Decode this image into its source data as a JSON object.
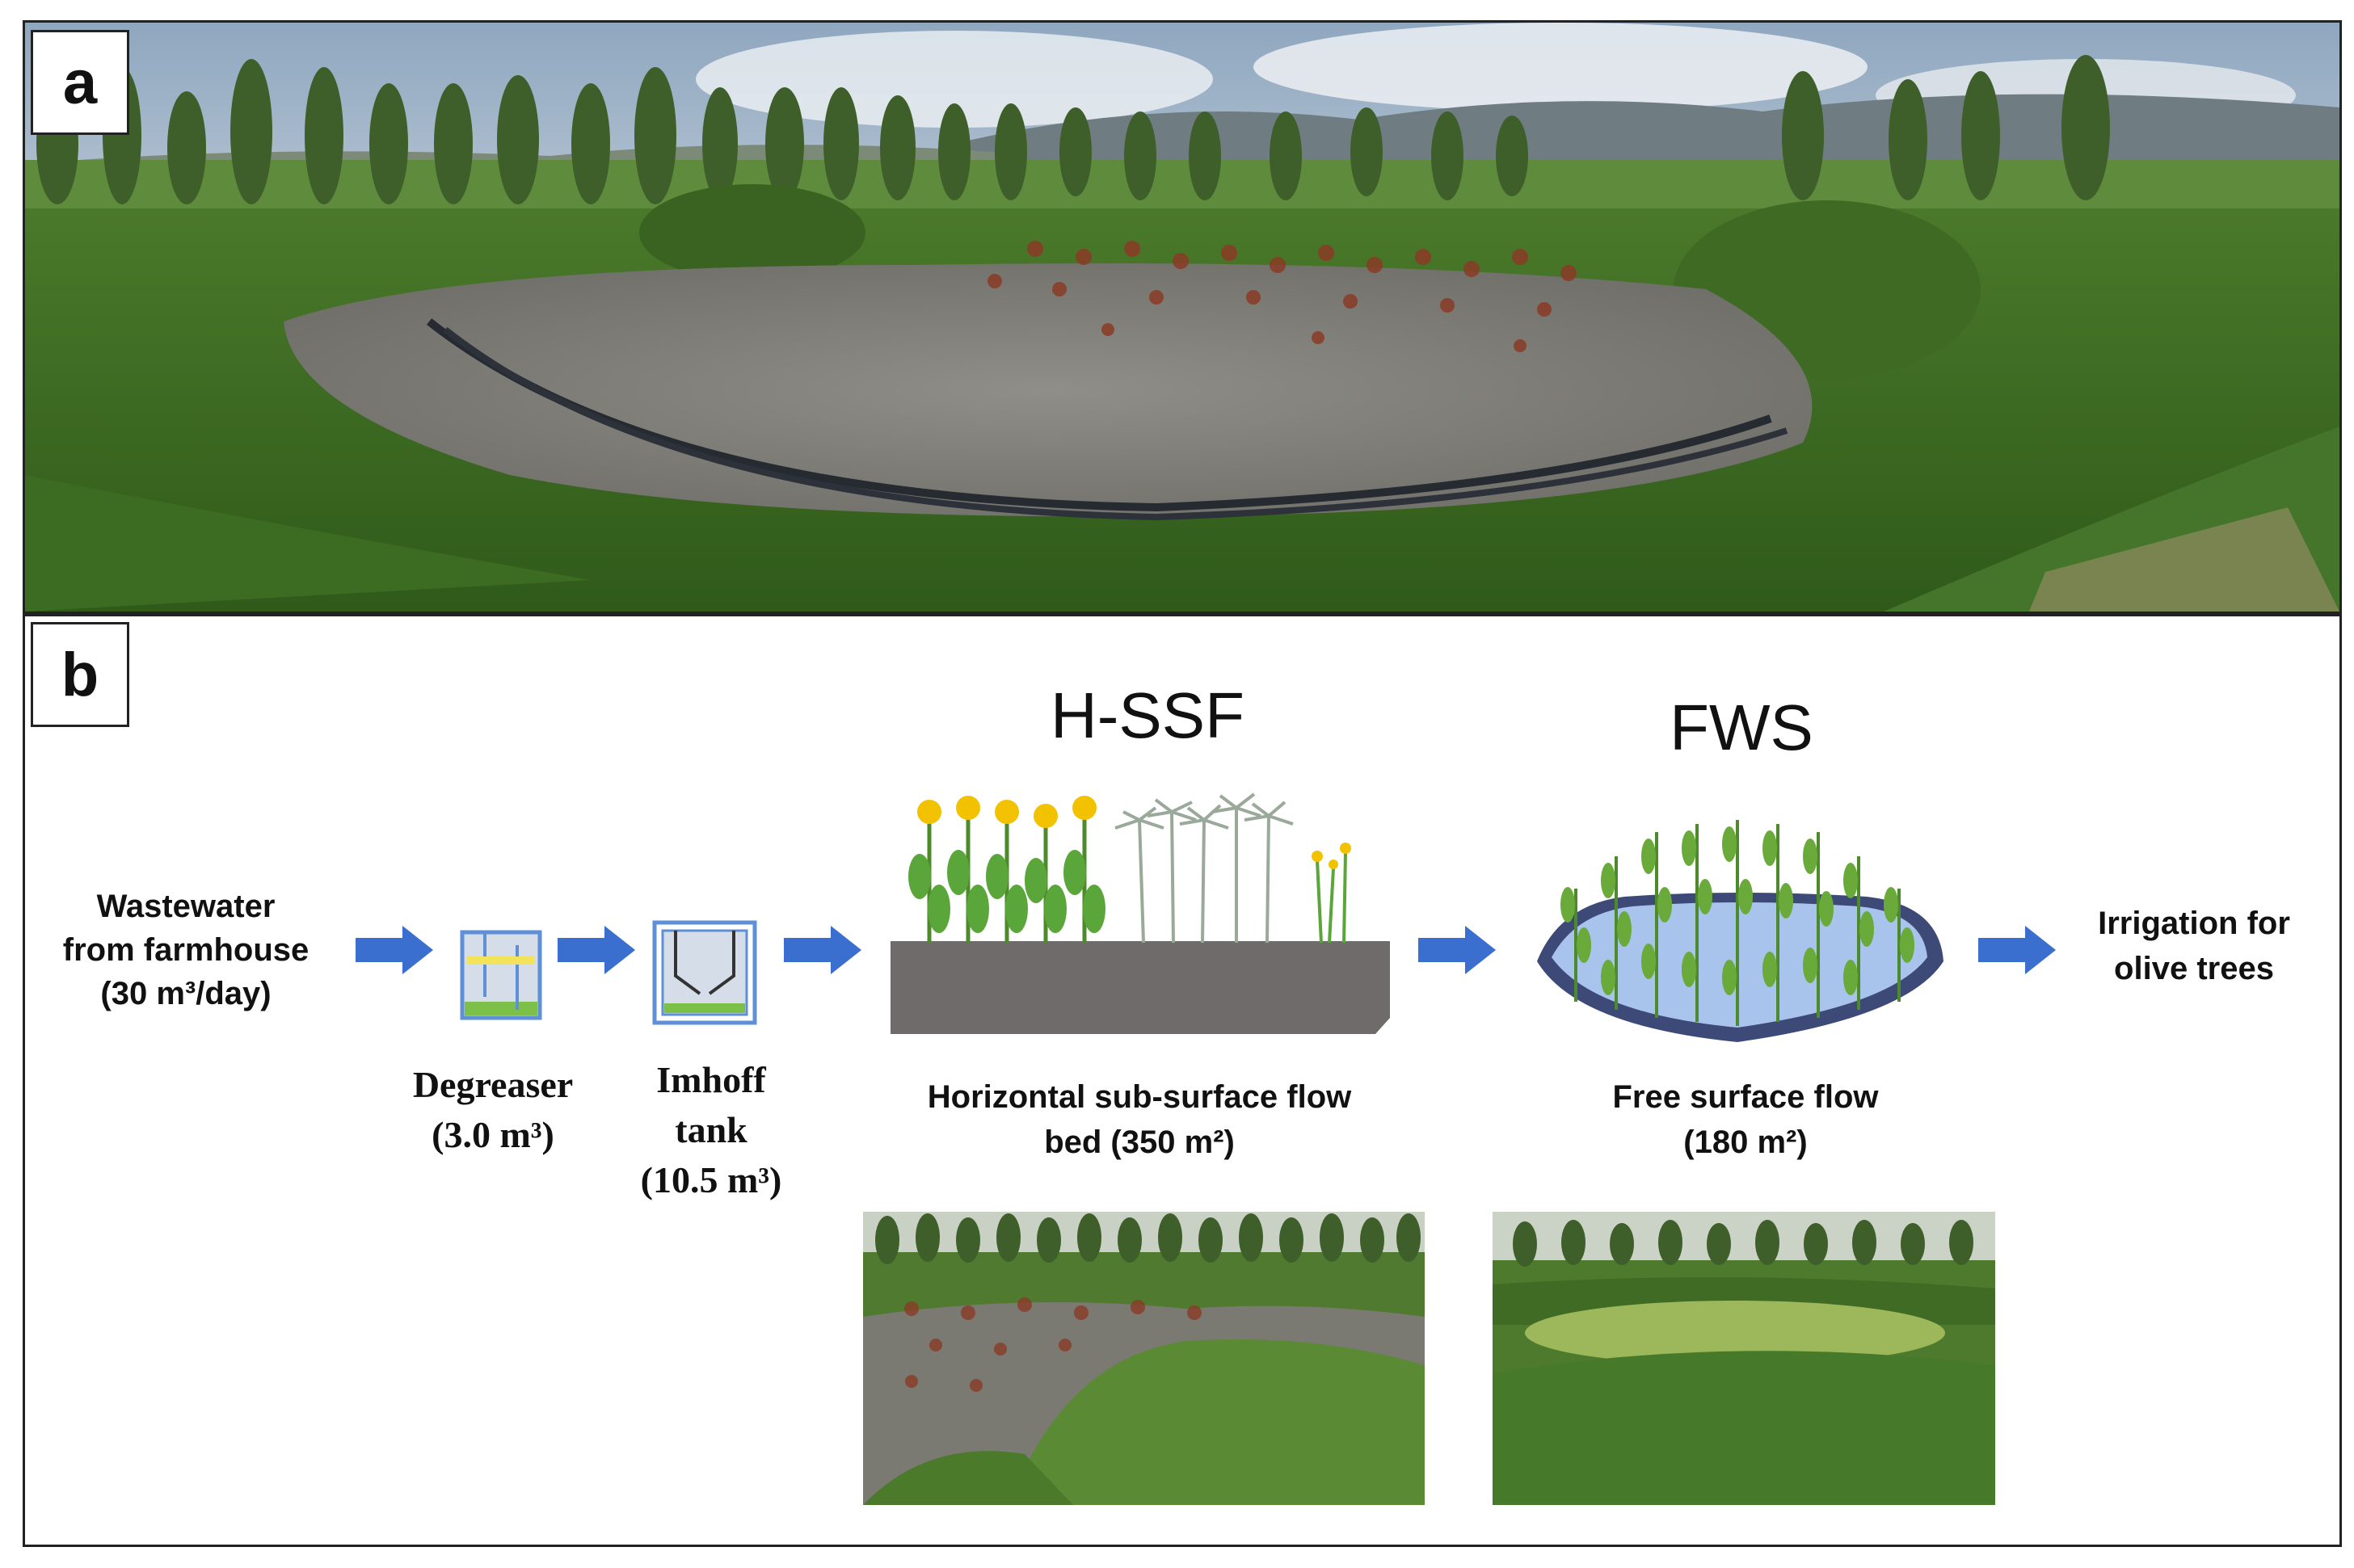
{
  "panel_a": {
    "letter": "a"
  },
  "panel_b": {
    "letter": "b",
    "source": {
      "line1": "Wastewater",
      "line2": "from farmhouse",
      "line3": "(30 m³/day)"
    },
    "degreaser": {
      "line1": "Degreaser",
      "line2": "(3.0 m³)"
    },
    "imhoff": {
      "line1": "Imhoff",
      "line2": "tank",
      "line3": "(10.5 m³)"
    },
    "hssf": {
      "heading": "H-SSF",
      "line1": "Horizontal sub-surface flow",
      "line2": "bed (350 m²)"
    },
    "fws": {
      "heading": "FWS",
      "line1": "Free surface flow",
      "line2": "(180 m²)"
    },
    "output": {
      "line1": "Irrigation for",
      "line2": "olive trees"
    }
  },
  "colors": {
    "arrow": "#3b6fcf",
    "bed": "#6f6b6b",
    "water": "#a8c4ec",
    "leaf": "#6aaa3a",
    "flower": "#f2c200"
  }
}
